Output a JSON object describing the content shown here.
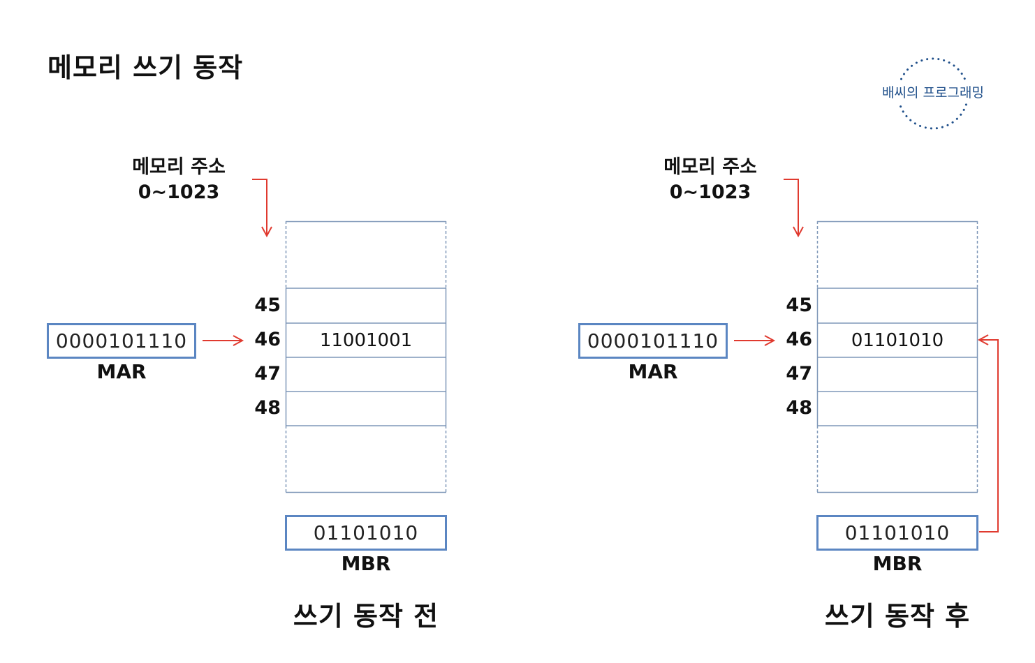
{
  "title": "메모리 쓰기 동작",
  "logo": {
    "text": "배씨의 프로그래밍",
    "icon": "dotted-circle-icon"
  },
  "colors": {
    "box_border": "#5b86c2",
    "arrow": "#e03a2f",
    "logo": "#1f4f8a"
  },
  "panels": [
    {
      "address_label_line1": "메모리 주소",
      "address_label_line2": "0~1023",
      "rows": [
        {
          "num": "45",
          "value": ""
        },
        {
          "num": "46",
          "value": "11001001"
        },
        {
          "num": "47",
          "value": ""
        },
        {
          "num": "48",
          "value": ""
        }
      ],
      "mar_value": "0000101110",
      "mar_label": "MAR",
      "mbr_value": "01101010",
      "mbr_label": "MBR",
      "caption": "쓰기 동작 전"
    },
    {
      "address_label_line1": "메모리 주소",
      "address_label_line2": "0~1023",
      "rows": [
        {
          "num": "45",
          "value": ""
        },
        {
          "num": "46",
          "value": "01101010"
        },
        {
          "num": "47",
          "value": ""
        },
        {
          "num": "48",
          "value": ""
        }
      ],
      "mar_value": "0000101110",
      "mar_label": "MAR",
      "mbr_value": "01101010",
      "mbr_label": "MBR",
      "caption": "쓰기 동작 후"
    }
  ]
}
